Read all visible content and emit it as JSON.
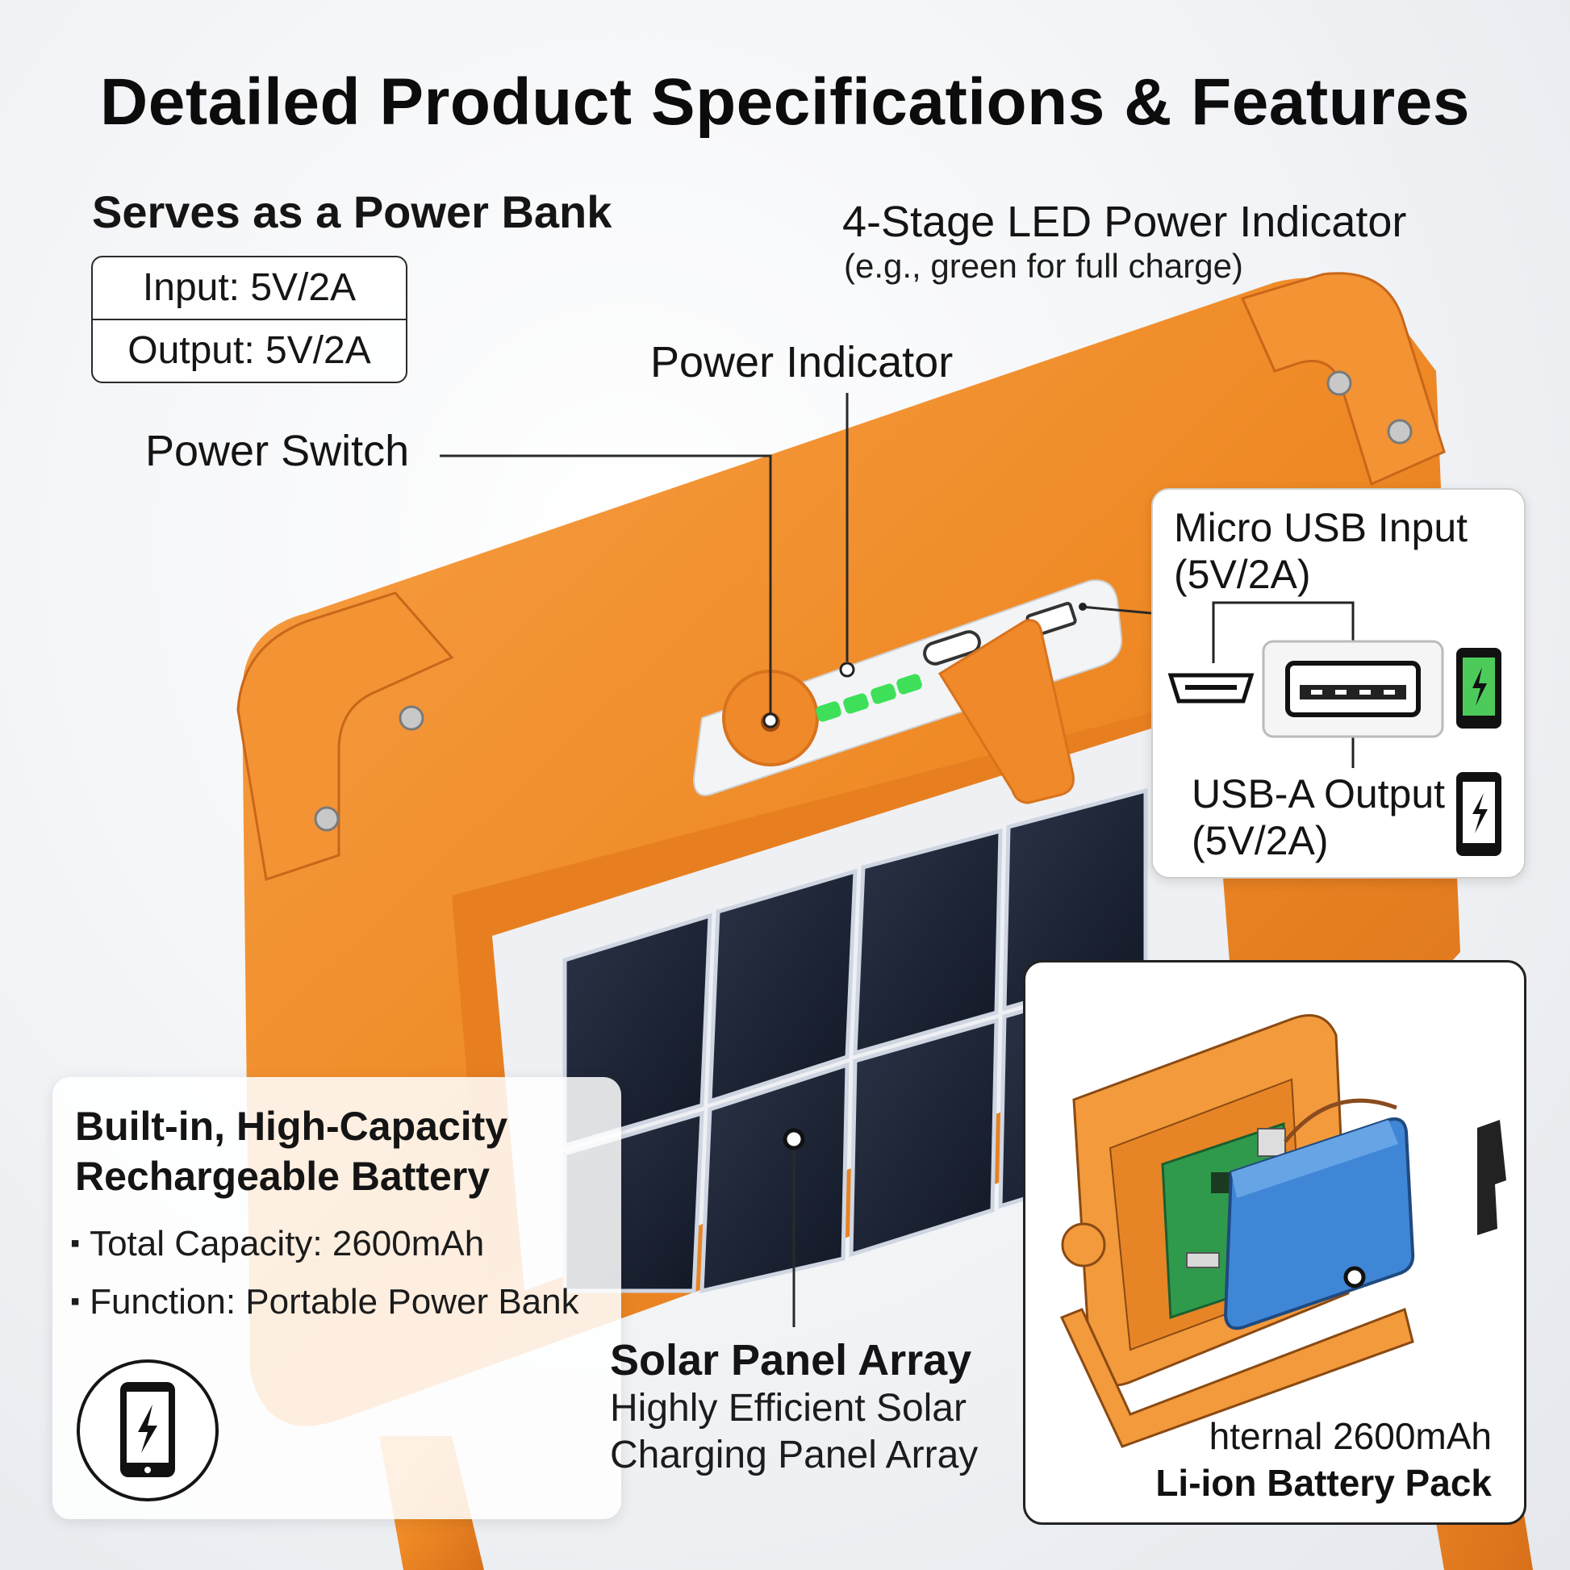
{
  "title": "Detailed Product Specifications & Features",
  "power_bank": {
    "heading": "Serves as a Power Bank",
    "input": "Input: 5V/2A",
    "output": "Output: 5V/2A"
  },
  "led_indicator": {
    "title": "4-Stage LED Power Indicator",
    "note": "(e.g., green for full charge)"
  },
  "power_indicator_label": "Power Indicator",
  "power_switch_label": "Power Switch",
  "ports": {
    "micro_usb_line1": "Micro USB Input",
    "micro_usb_line2": "(5V/2A)",
    "usb_a_line1": "USB-A Output",
    "usb_a_line2": "(5V/2A)"
  },
  "battery": {
    "title_line1": "Built-in, High-Capacity",
    "title_line2": "Rechargeable Battery",
    "bullet1": "Total Capacity: 2600mAh",
    "bullet2": "Function: Portable Power Bank"
  },
  "solar": {
    "title": "Solar Panel Array",
    "sub_line1": "Highly Efficient Solar",
    "sub_line2": "Charging Panel Array"
  },
  "internal": {
    "line1": "hternal 2600mAh",
    "line2": "Li-ion Battery Pack"
  },
  "colors": {
    "housing_orange": "#f08a24",
    "led_green": "#3ee05a",
    "solar_cell": "#1c2231",
    "battery_blue": "#3f86d6",
    "pcb_green": "#2f9a4c"
  }
}
